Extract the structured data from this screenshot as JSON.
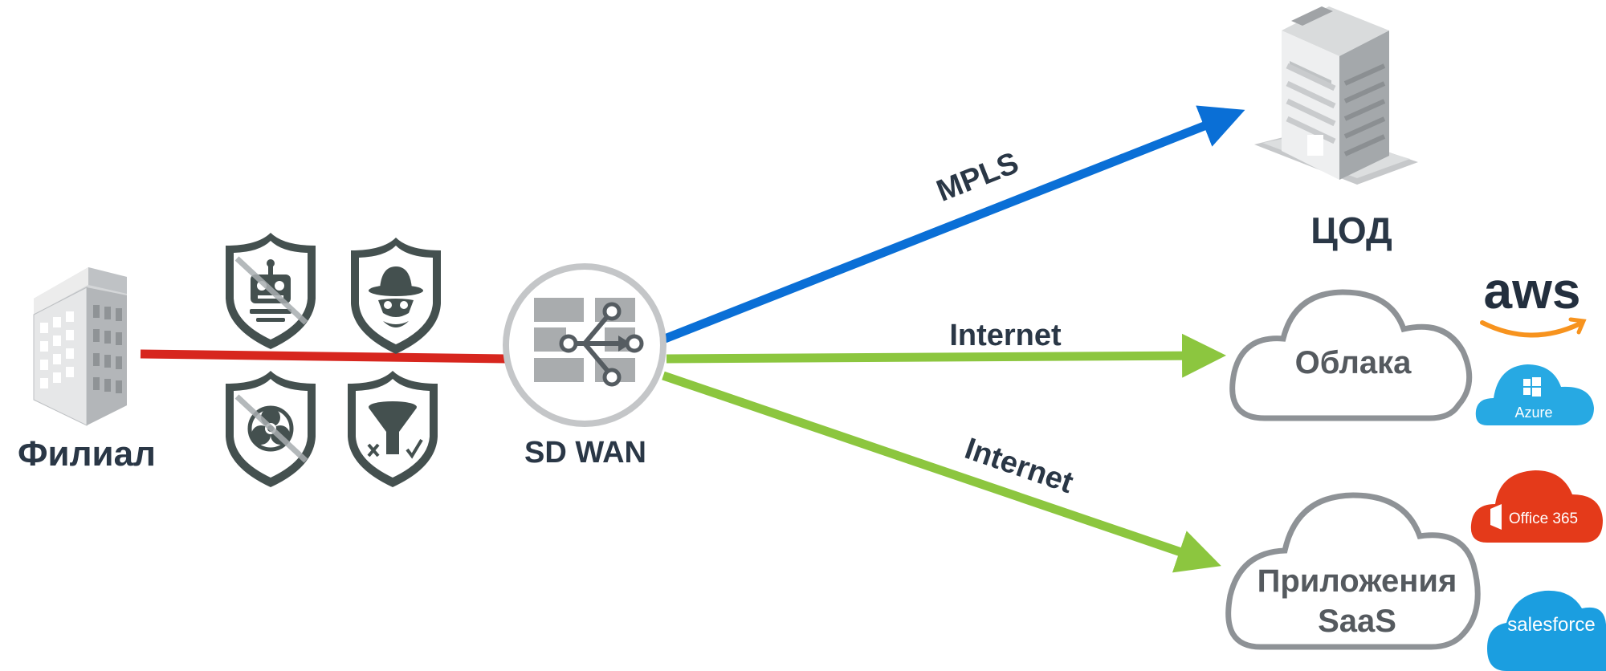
{
  "nodes": {
    "branch": "Филиал",
    "sdwan": "SD WAN",
    "datacenter": "ЦОД",
    "clouds": "Облака",
    "saas_line1": "Приложения",
    "saas_line2": "SaaS"
  },
  "links": {
    "mpls": "MPLS",
    "internet_cloud": "Internet",
    "internet_saas": "Internet"
  },
  "logos": {
    "aws": "aws",
    "azure": "Azure",
    "office365": "Office 365",
    "salesforce": "salesforce"
  },
  "security_icons": [
    "robot-blocked-icon",
    "spy-icon",
    "biohazard-blocked-icon",
    "filter-icon"
  ],
  "colors": {
    "branch_link": "#d7261e",
    "mpls": "#0a6fd6",
    "internet": "#8cc63f",
    "shield": "#44504f",
    "label": "#2a3746",
    "cloud_outline": "#8e9296",
    "aws_orange": "#f7931e",
    "azure": "#27a9e3",
    "office365": "#e43a1a",
    "salesforce": "#1b9ee0"
  }
}
